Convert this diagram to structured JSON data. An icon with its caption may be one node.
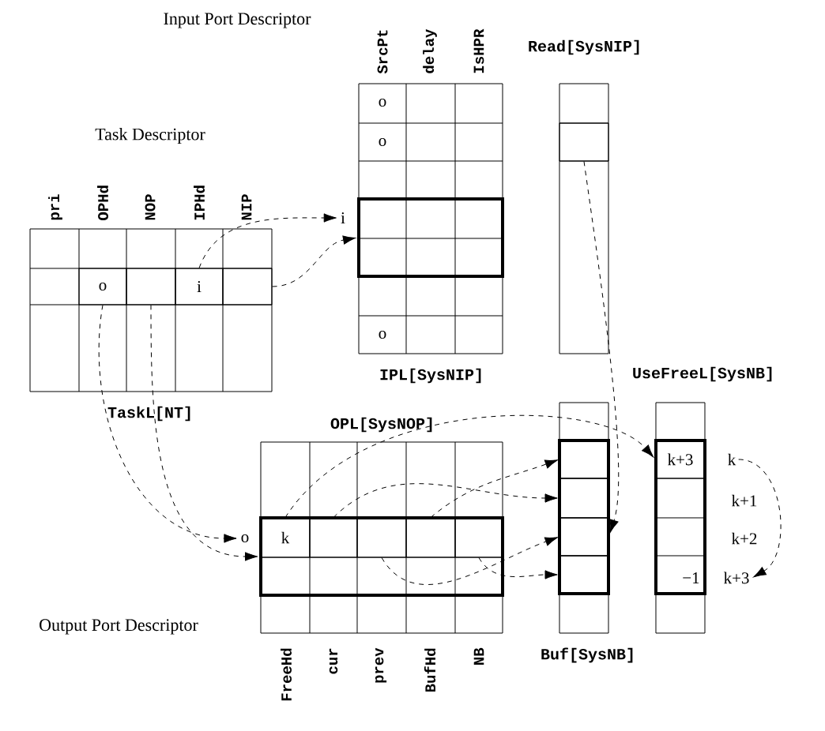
{
  "diagram": {
    "nodes": [
      {
        "text": [
          "Task Descriptor"
        ],
        "beside": [
          "TaskL[NT]"
        ]
      },
      {
        "text": [
          "o"
        ],
        "in": 0
      },
      {
        "text": [],
        "shape": "box",
        "in": 0
      },
      {
        "text": [
          "i"
        ],
        "in": 0
      },
      {
        "text": [],
        "shape": "box",
        "in": 0
      },
      {
        "text": [
          "Input Port Descriptor"
        ],
        "beside": [
          "IPL[SysNIP]"
        ]
      },
      {
        "text": [
          "i"
        ]
      },
      {
        "text": [],
        "shape": "box",
        "in": 5
      },
      {
        "text": [
          "Read[SysNIP]"
        ]
      },
      {
        "text": [],
        "shape": "box",
        "in": 8
      },
      {
        "text": [
          "OPL[SysNOP]"
        ],
        "beside": [
          "Output Port Descriptor"
        ]
      },
      {
        "text": [
          "o"
        ]
      },
      {
        "text": [],
        "shape": "box",
        "in": 10
      },
      {
        "text": [
          "k"
        ],
        "in": 12
      },
      {
        "text": [],
        "shape": "box",
        "in": 12
      },
      {
        "text": [],
        "shape": "box",
        "in": 12
      },
      {
        "text": [],
        "shape": "box",
        "in": 12
      },
      {
        "text": [],
        "shape": "box",
        "in": 12
      },
      {
        "text": [
          "Buf[SysNB]"
        ]
      },
      {
        "text": [],
        "shape": "box",
        "in": 18
      },
      {
        "text": [],
        "shape": "box",
        "in": 18
      },
      {
        "text": [],
        "shape": "box",
        "in": 18
      },
      {
        "text": [],
        "shape": "box",
        "in": 18
      },
      {
        "text": [
          "UseFreeL[SysNB]"
        ]
      },
      {
        "text": [
          "k+3"
        ],
        "in": 23
      },
      {
        "text": [
          "k"
        ]
      },
      {
        "text": [
          "k+3"
        ]
      }
    ],
    "edges": [
      {
        "from": 1,
        "to": 11,
        "arrow": "to",
        "style": "dashed"
      },
      {
        "from": 2,
        "to": 12,
        "arrow": "to",
        "style": "dashed"
      },
      {
        "from": 3,
        "to": 6,
        "arrow": "to",
        "style": "dashed"
      },
      {
        "from": 4,
        "to": 7,
        "arrow": "to",
        "style": "dashed"
      },
      {
        "from": 9,
        "to": 21,
        "arrow": "to",
        "style": "dashed"
      },
      {
        "from": 13,
        "to": 24,
        "arrow": "to",
        "style": "dashed"
      },
      {
        "from": 14,
        "to": 20,
        "arrow": "to",
        "style": "dashed"
      },
      {
        "from": 15,
        "to": 21,
        "arrow": "to",
        "style": "dashed"
      },
      {
        "from": 16,
        "to": 19,
        "arrow": "to",
        "style": "dashed"
      },
      {
        "from": 17,
        "to": 22,
        "arrow": "to",
        "style": "dashed"
      },
      {
        "from": 25,
        "to": 26,
        "arrow": "to",
        "style": "dashed"
      }
    ],
    "labels": [
      "pri",
      "OPHd",
      "NOP",
      "IPHd",
      "NIP",
      "SrcPt",
      "delay",
      "IsHPR",
      "o",
      "o",
      "o",
      "FreeHd",
      "cur",
      "prev",
      "BufHd",
      "NB",
      "k+1",
      "k+2",
      "−1"
    ]
  }
}
